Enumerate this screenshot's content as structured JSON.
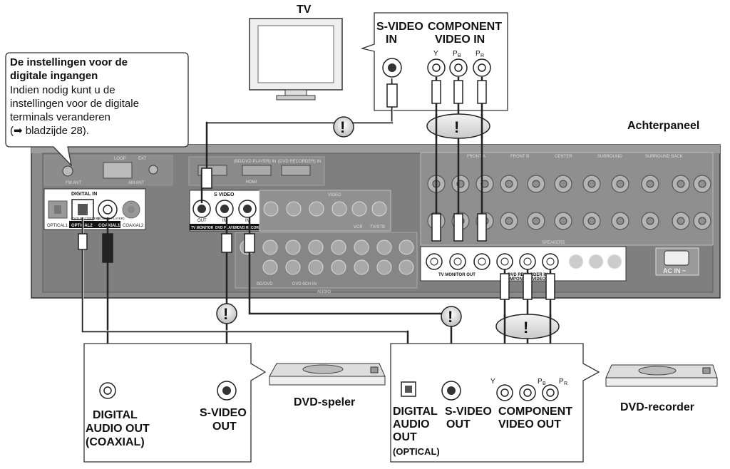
{
  "tv": {
    "label": "TV"
  },
  "tv_inputs": {
    "svideo_line1": "S-VIDEO",
    "svideo_line2": "IN",
    "component_line1": "COMPONENT",
    "component_line2": "VIDEO IN",
    "y": "Y",
    "pb": "P",
    "pr": "P",
    "b": "B",
    "r": "R"
  },
  "callout": {
    "title_line1": "De instellingen voor de",
    "title_line2": "digitale ingangen",
    "body_line1": "Indien nodig kunt u de",
    "body_line2": "instellingen voor de digitale",
    "body_line3": "terminals veranderen",
    "body_line4": "(➡ bladzijde 28)."
  },
  "rear_panel": {
    "label": "Achterpaneel",
    "digital_in": "DIGITAL IN",
    "optical2": "OPTICAL2",
    "coaxial1": "COAXIAL1",
    "coaxial2": "COAXIAL2",
    "optical1": "OPTICAL1",
    "dvd_recorder_small": "(DVD RECORDER)",
    "bd_dvd_player": "(BD/DVD PLAYER)",
    "s_video": "S VIDEO",
    "video": "VIDEO",
    "tv_monitor": "TV MONITOR",
    "dvd_player": "DVD PLAYER",
    "dvd_recorder": "DVD RECORDER",
    "out": "OUT",
    "in": "IN",
    "vcr": "VCR",
    "tv_stb": "TV/STB",
    "audio": "AUDIO",
    "dvd_6ch_in": "DVD 6CH IN",
    "bd_dvd": "BD/DVD",
    "tv_monitor_out": "TV MONITOR OUT",
    "dvd_recorder_in": "DVD RECORDER IN",
    "component_video": "COMPONENT VIDEO",
    "speakers": "SPEAKERS",
    "front_a": "FRONT A",
    "front_b": "FRONT B",
    "center": "CENTER",
    "surround": "SURROUND",
    "surround_back": "SURROUND BACK",
    "ac_in": "AC IN ~",
    "hdmi": "HDMI",
    "fm_ant": "FM ANT",
    "am_ant": "AM ANT",
    "loop": "LOOP",
    "ext": "EXT",
    "bd_dvd_player_in": "(BD/DVD PLAYER) IN",
    "dvd_recorder_in_hdmi": "(DVD RECORDER) IN"
  },
  "dvd_player_box": {
    "digital_audio_out_line1": "DIGITAL",
    "digital_audio_out_line2": "AUDIO OUT",
    "digital_audio_out_line3": "(COAXIAL)",
    "svideo_out_line1": "S-VIDEO",
    "svideo_out_line2": "OUT",
    "device_label": "DVD-speler"
  },
  "dvd_recorder_box": {
    "digital_line1": "DIGITAL",
    "digital_line2": "AUDIO",
    "digital_line3": "OUT",
    "digital_line4": "(OPTICAL)",
    "svideo_line1": "S-VIDEO",
    "svideo_line2": "OUT",
    "component_line1": "COMPONENT",
    "component_line2": "VIDEO OUT",
    "y": "Y",
    "pb": "P",
    "pr": "P",
    "b": "B",
    "r": "R",
    "device_label": "DVD-recorder"
  },
  "colors": {
    "panel": "#8a8a8a",
    "panel_dark": "#5e5e5e",
    "cable": "#222222",
    "callout_bg": "#ffffff"
  }
}
